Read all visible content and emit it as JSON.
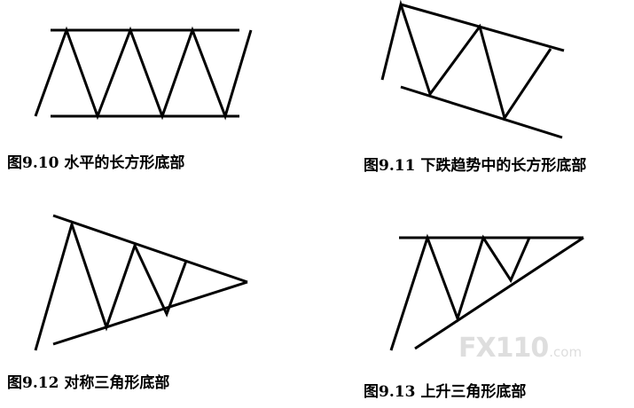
{
  "figures": [
    {
      "caption": "图9.10  水平的长方形底部"
    },
    {
      "caption": "图9.11 下跌趋势中的长方形底部"
    },
    {
      "caption": "图9.12 对称三角形底部"
    },
    {
      "caption": "图9.13 上升三角形底部"
    }
  ],
  "watermark": {
    "logo": "FX110",
    "domain": ".com"
  },
  "colors": {
    "line": "#000000",
    "background": "#ffffff",
    "watermark": "#9a9a9a"
  }
}
